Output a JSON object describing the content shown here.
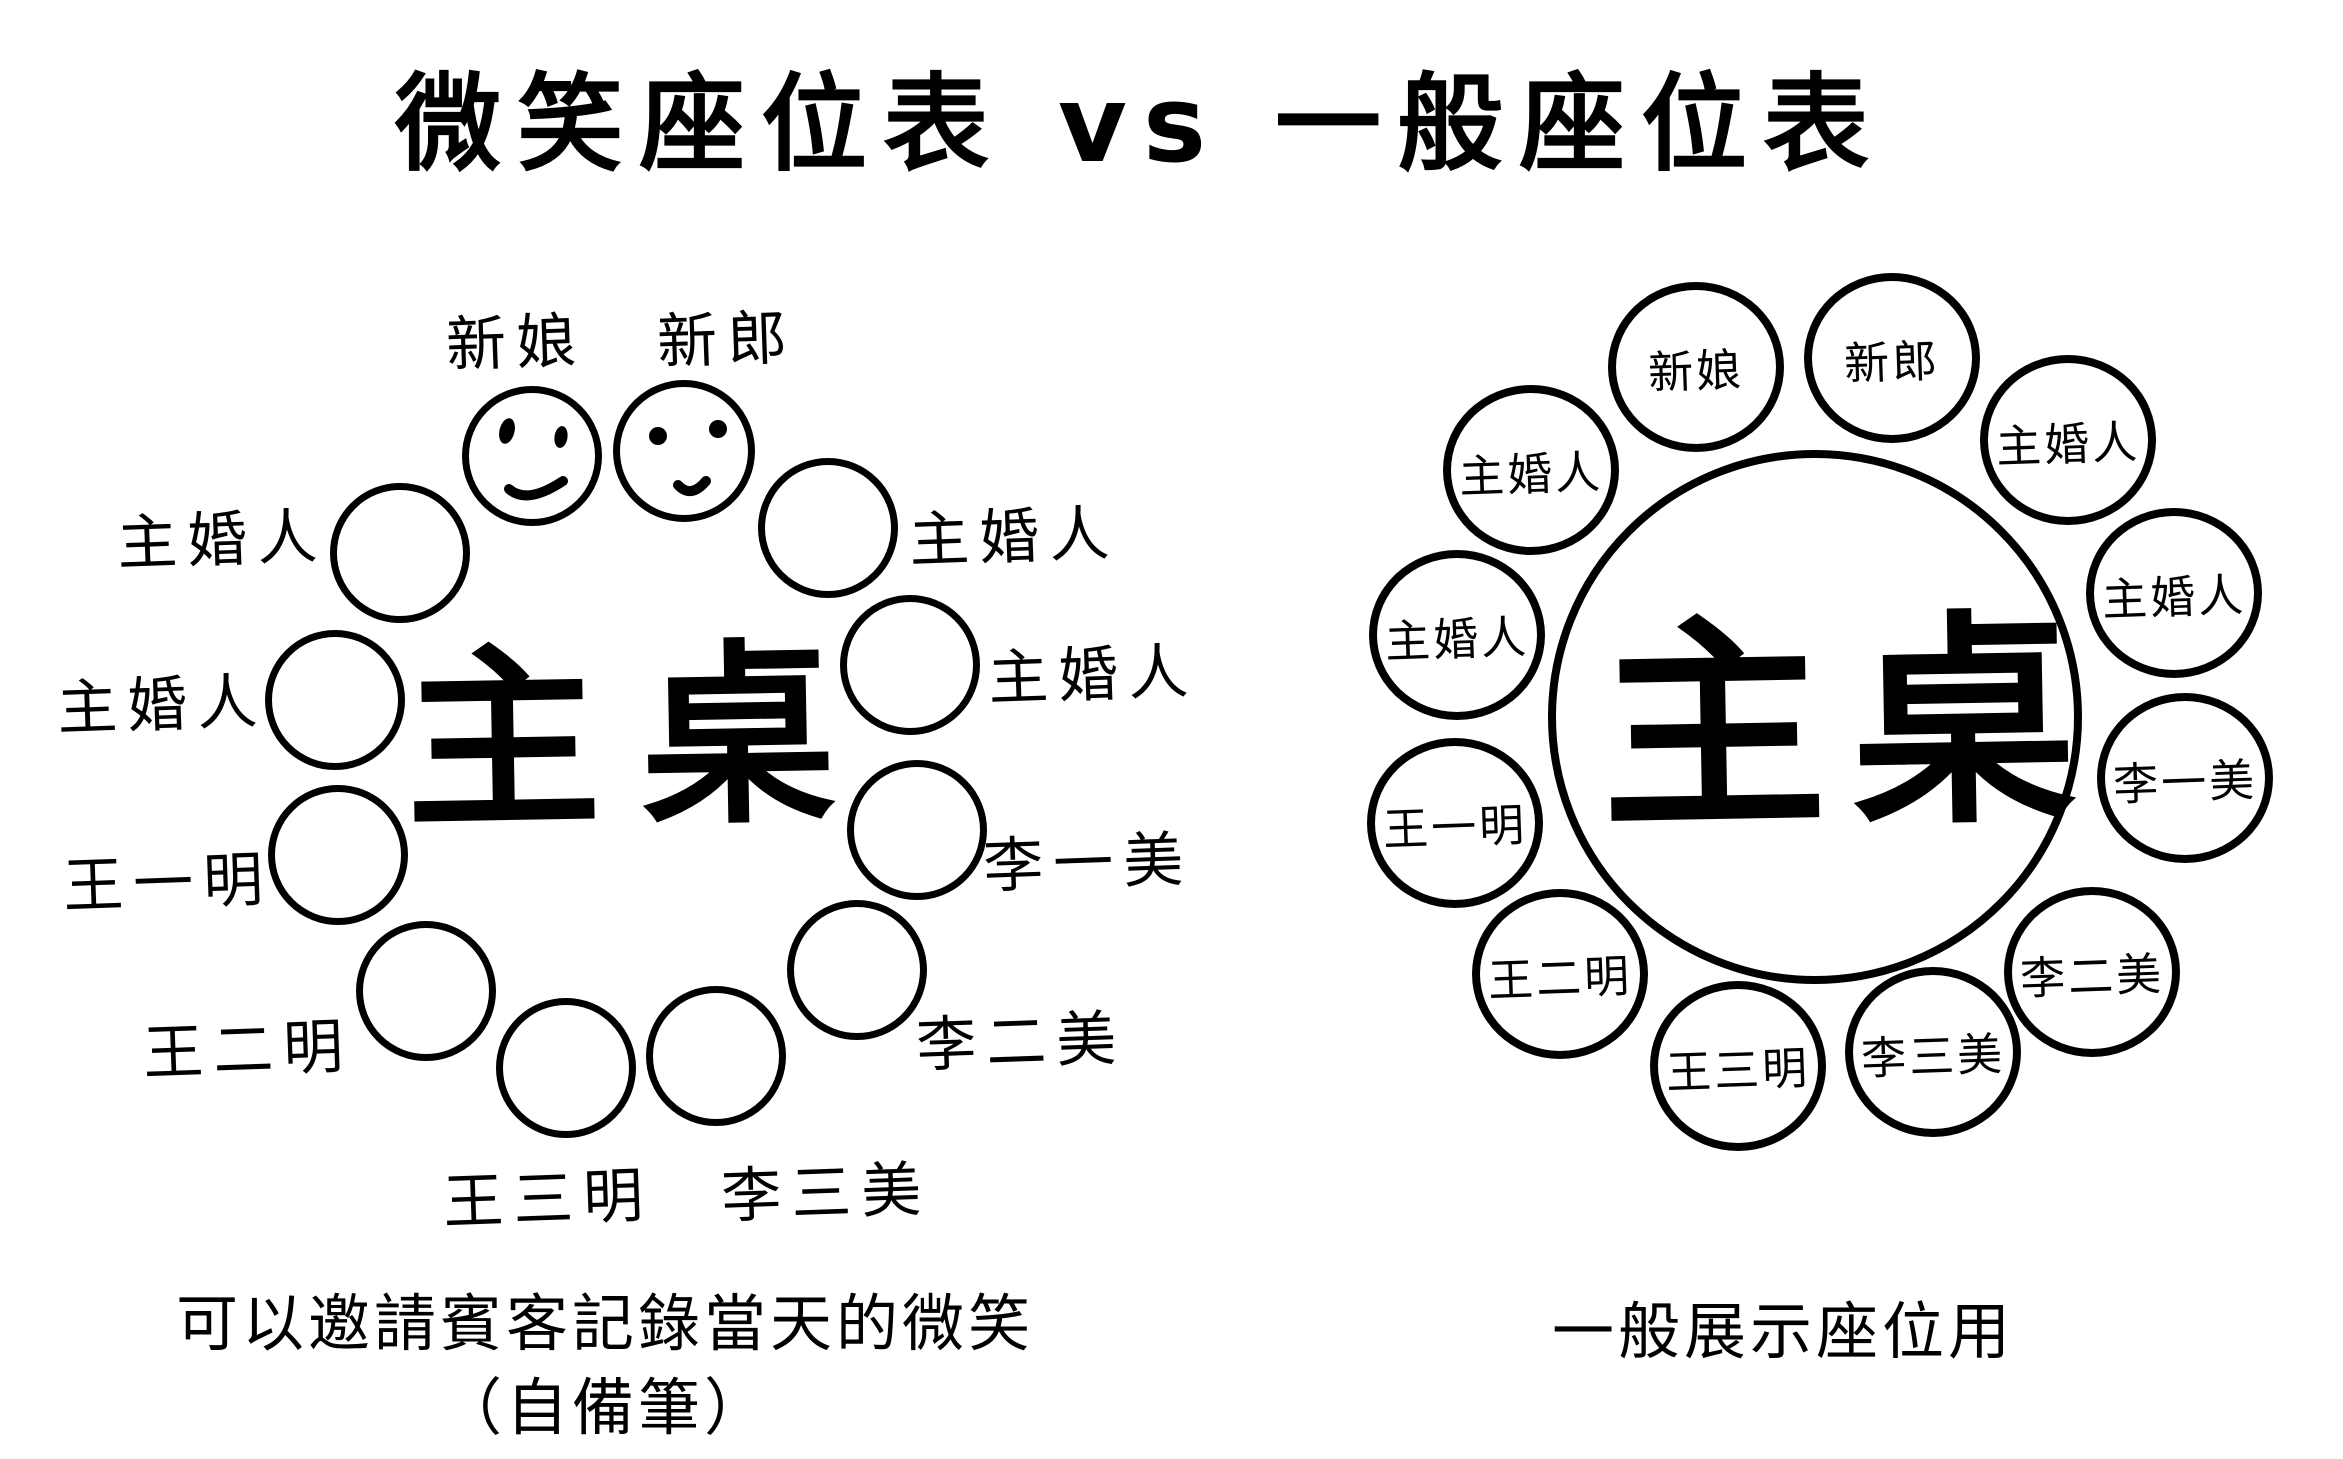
{
  "title": "微笑座位表 vs 一般座位表",
  "colors": {
    "ink": "#000000",
    "background": "#ffffff"
  },
  "left_chart": {
    "table_label": "主桌",
    "caption_line1": "可以邀請賓客記錄當天的微笑",
    "caption_line2": "（自備筆）",
    "seats": [
      {
        "label": "新娘",
        "face": "smiley"
      },
      {
        "label": "新郎",
        "face": "smiley"
      },
      {
        "label": "主婚人",
        "face": "empty"
      },
      {
        "label": "主婚人",
        "face": "empty"
      },
      {
        "label": "李一美",
        "face": "empty"
      },
      {
        "label": "李二美",
        "face": "empty"
      },
      {
        "label": "李三美",
        "face": "empty"
      },
      {
        "label": "王三明",
        "face": "empty"
      },
      {
        "label": "王二明",
        "face": "empty"
      },
      {
        "label": "王一明",
        "face": "empty"
      },
      {
        "label": "主婚人",
        "face": "empty"
      },
      {
        "label": "主婚人",
        "face": "empty"
      }
    ]
  },
  "right_chart": {
    "table_label": "主桌",
    "caption": "一般展示座位用",
    "seats": [
      {
        "label": "新娘"
      },
      {
        "label": "新郎"
      },
      {
        "label": "主婚人"
      },
      {
        "label": "主婚人"
      },
      {
        "label": "李一美"
      },
      {
        "label": "李二美"
      },
      {
        "label": "李三美"
      },
      {
        "label": "王三明"
      },
      {
        "label": "王二明"
      },
      {
        "label": "王一明"
      },
      {
        "label": "主婚人"
      },
      {
        "label": "主婚人"
      }
    ]
  }
}
